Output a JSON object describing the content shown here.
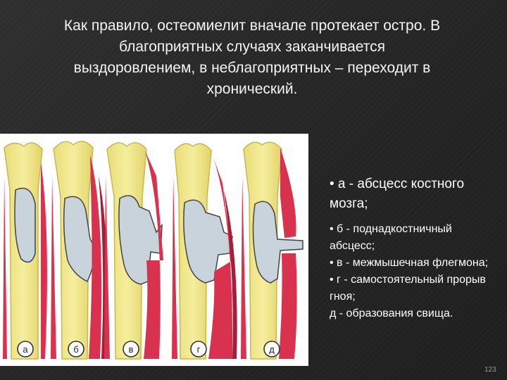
{
  "slide": {
    "title": "Как правило, остеомиелит вначале протекает остро. В благоприятных случаях заканчивается выздоровлением, в неблагоприятных – переходит в хронический.",
    "page_number": "123"
  },
  "figure": {
    "labels": [
      "а",
      "б",
      "в",
      "г",
      "д"
    ],
    "colors": {
      "bone": "#f0e68c",
      "bone_outline": "#c9b84a",
      "marrow": "#c9d3dc",
      "muscle": "#d8324e",
      "muscle_dark": "#a51d38",
      "outline": "#444444"
    }
  },
  "legend": {
    "items": [
      "• а - абсцесс костного мозга;",
      "• б - поднадкостничный абсцесс;",
      "• в - межмышечная флегмона;",
      "• г - самостоятельный прорыв гноя;",
      "д - образования свища."
    ]
  }
}
